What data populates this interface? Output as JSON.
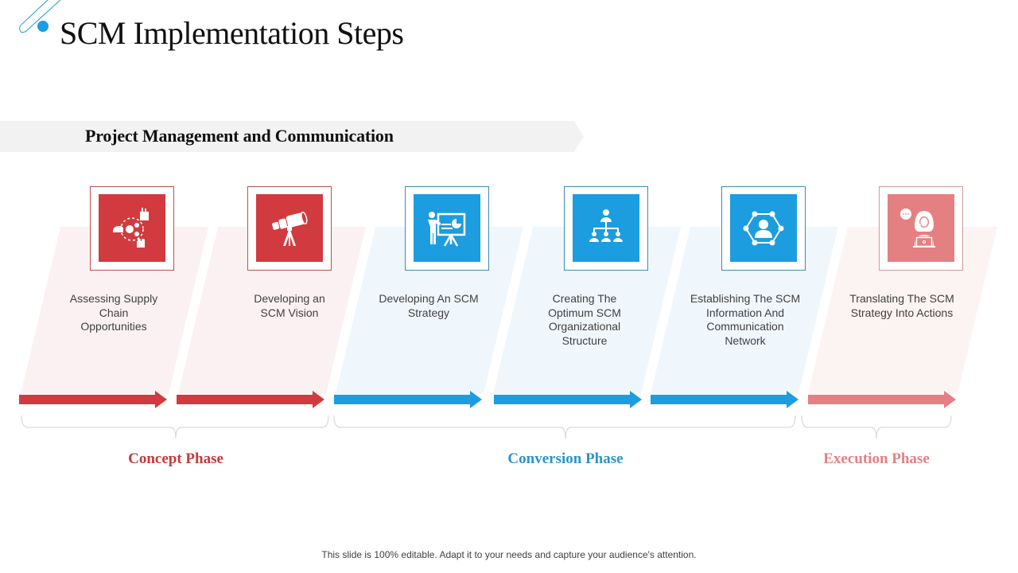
{
  "header": {
    "title": "SCM Implementation Steps"
  },
  "banner": {
    "label": "Project Management and Communication"
  },
  "colors": {
    "concept": "#d13b3f",
    "conversion": "#1c9ddf",
    "execution": "#e48082",
    "concept_bg": "#fcf1f2",
    "conversion_bg": "#eff7fc",
    "banner_bg": "#f2f2f2"
  },
  "steps": [
    {
      "label": "Assessing Supply Chain Opportunities",
      "lines": [
        "Assessing Supply",
        "Chain",
        "Opportunities"
      ],
      "icon": "supply-chain-network-icon",
      "phase": "concept"
    },
    {
      "label": "Developing an SCM Vision",
      "lines": [
        "Developing an",
        "SCM Vision"
      ],
      "icon": "telescope-icon",
      "phase": "concept"
    },
    {
      "label": "Developing An SCM Strategy",
      "lines": [
        "Developing An SCM",
        "Strategy"
      ],
      "icon": "presentation-board-icon",
      "phase": "conversion"
    },
    {
      "label": "Creating The Optimum SCM Organizational Structure",
      "lines": [
        "Creating The",
        "Optimum SCM",
        "Organizational",
        "Structure"
      ],
      "icon": "org-chart-icon",
      "phase": "conversion"
    },
    {
      "label": "Establishing The SCM Information And Communication Network",
      "lines": [
        "Establishing The SCM",
        "Information And",
        "Communication Network"
      ],
      "icon": "network-user-icon",
      "phase": "conversion"
    },
    {
      "label": "Translating The SCM Strategy Into Actions",
      "lines": [
        "Translating The SCM",
        "Strategy Into Actions"
      ],
      "icon": "support-agent-icon",
      "phase": "execution"
    }
  ],
  "phases": [
    {
      "label": "Concept Phase",
      "color": "#c8383c"
    },
    {
      "label": "Conversion Phase",
      "color": "#2b95c8"
    },
    {
      "label": "Execution Phase",
      "color": "#e48082"
    }
  ],
  "footer": {
    "text": "This slide is 100% editable. Adapt it to your needs and capture your audience's attention."
  }
}
